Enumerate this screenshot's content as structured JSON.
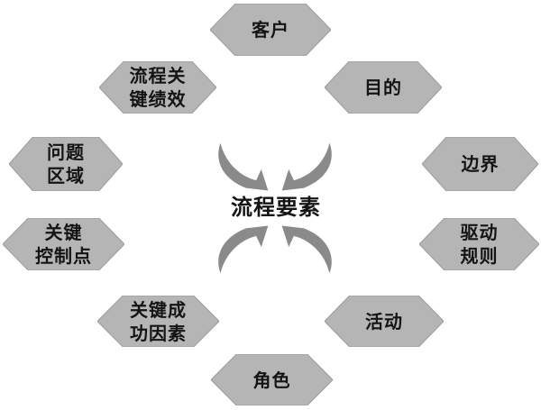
{
  "colors": {
    "canvas_bg": "#ffffff",
    "hex_fill": "#b5b5b5",
    "hex_stroke": "#9b9b9b",
    "arrow_fill": "#8a8a8a",
    "text_color": "#141414"
  },
  "center": {
    "label": "流程要素"
  },
  "nodes": [
    {
      "id": "customer",
      "label": "客户"
    },
    {
      "id": "process-kpi",
      "label": "流程关\n键绩效"
    },
    {
      "id": "purpose",
      "label": "目的"
    },
    {
      "id": "problem-area",
      "label": "问题\n区域"
    },
    {
      "id": "boundary",
      "label": "边界"
    },
    {
      "id": "key-control-points",
      "label": "关键\n控制点"
    },
    {
      "id": "driving-rules",
      "label": "驱动\n规则"
    },
    {
      "id": "key-success-factors",
      "label": "关键成\n功因素"
    },
    {
      "id": "activity",
      "label": "活动"
    },
    {
      "id": "role",
      "label": "角色"
    }
  ],
  "arrows": [
    {
      "id": "inward-arrow-top-left"
    },
    {
      "id": "inward-arrow-top-right"
    },
    {
      "id": "inward-arrow-bottom-left"
    },
    {
      "id": "inward-arrow-bottom-right"
    }
  ]
}
